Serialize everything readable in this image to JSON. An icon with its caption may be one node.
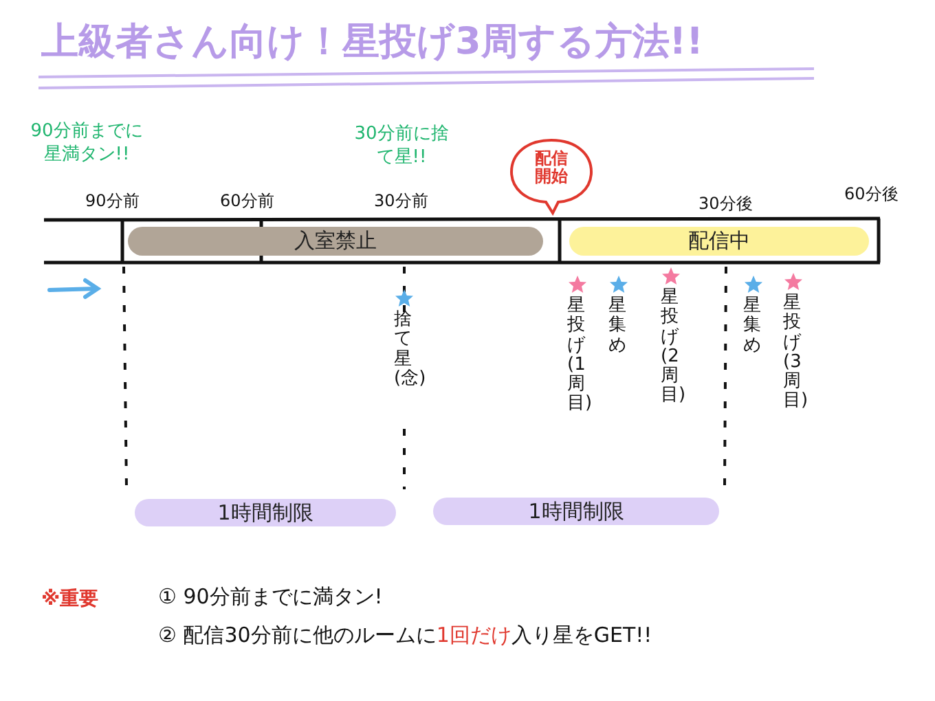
{
  "diagram": {
    "title": "上級者さん向け！星投げ3周する方法!!",
    "nodes": [
      {
        "text": [
          "配信開始"
        ]
      },
      {
        "text": [
          "入室禁止"
        ]
      },
      {
        "text": [
          "配信中"
        ]
      },
      {
        "text": [
          "1時間制限"
        ]
      },
      {
        "text": [
          "1時間制限"
        ]
      }
    ],
    "labels": [
      "90分前までに星満タン!!",
      "30分前に捨て星!!",
      "90分前",
      "60分前",
      "30分前",
      "30分後",
      "60分後",
      "捨て星(念)",
      "星投げ(1周目)",
      "星集め",
      "星投げ(2周目)",
      "星集め",
      "星投げ(3周目)",
      "※重要",
      "① 90分前までに満タン!",
      "② 配信30分前に他のルームに**1回だけ**入り星をGET!!"
    ]
  }
}
